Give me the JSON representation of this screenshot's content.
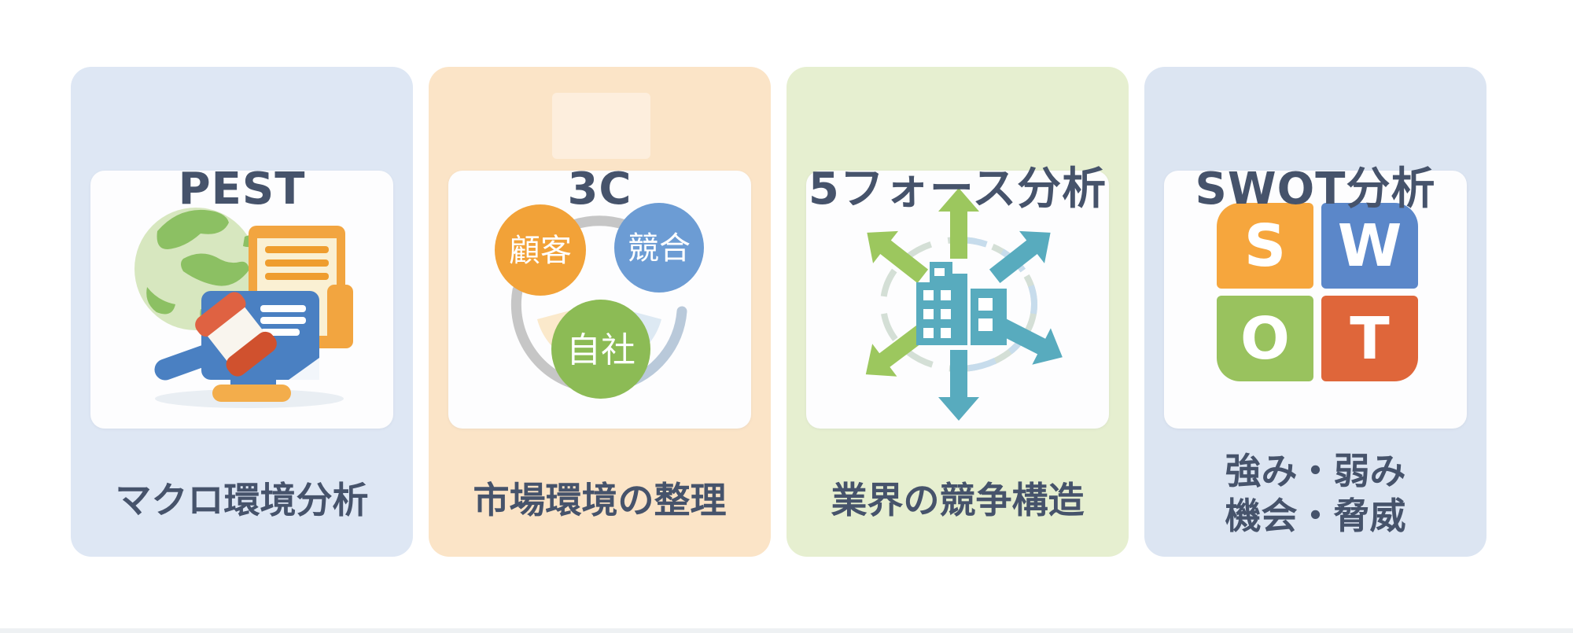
{
  "page": {
    "background": "#ffffff",
    "text_color": "#46536b",
    "description_visible": "Four framework cards: PEST, 3C, 5 Forces, SWOT"
  },
  "cards": [
    {
      "id": "pest",
      "title": "PEST",
      "label": "マクロ環境分析",
      "bg": "#dee7f4",
      "icons": [
        "globe-icon",
        "document-icon",
        "law-card-icon",
        "gavel-icon"
      ],
      "illustration_colors": {
        "globe_green": "#8cc063",
        "globe_base": "#d7e7bf",
        "document_orange": "#f2a540",
        "paper_cream": "#faf0d3",
        "card_blue": "#4a80c2",
        "gavel_red": "#df6242",
        "base_orange": "#f3ad4b"
      }
    },
    {
      "id": "3c",
      "title": "3C",
      "label": "市場環境の整理",
      "bg": "#fbe4c7",
      "title_highlight_color": "#fdeedd",
      "circles": [
        {
          "label": "顧客",
          "color": "#f2a238"
        },
        {
          "label": "競合",
          "color": "#6c9cd4"
        },
        {
          "label": "自社",
          "color": "#8cbb55"
        }
      ],
      "connector_colors": {
        "gray_arc": "#c6c6c6",
        "blue_arc": "#b9c9da"
      }
    },
    {
      "id": "five-forces",
      "title": "5フォース分析",
      "label": "業界の競争構造",
      "bg": "#e6efd0",
      "icons": [
        "building-icon",
        "outward-arrows-icon"
      ],
      "diagram_colors": {
        "building_teal": "#58abbe",
        "arrow_green": "#9cc75e",
        "arrow_teal": "#58abbe",
        "dashed_ring": "#cfdcd2"
      }
    },
    {
      "id": "swot",
      "title": "SWOT分析",
      "label_line1": "強み・弱み",
      "label_line2": "機会・脅威",
      "bg": "#dce5f2",
      "quadrants": [
        {
          "letter": "S",
          "color": "#f6a63d"
        },
        {
          "letter": "W",
          "color": "#5b87c9"
        },
        {
          "letter": "O",
          "color": "#99c25e"
        },
        {
          "letter": "T",
          "color": "#df663a"
        }
      ]
    }
  ]
}
